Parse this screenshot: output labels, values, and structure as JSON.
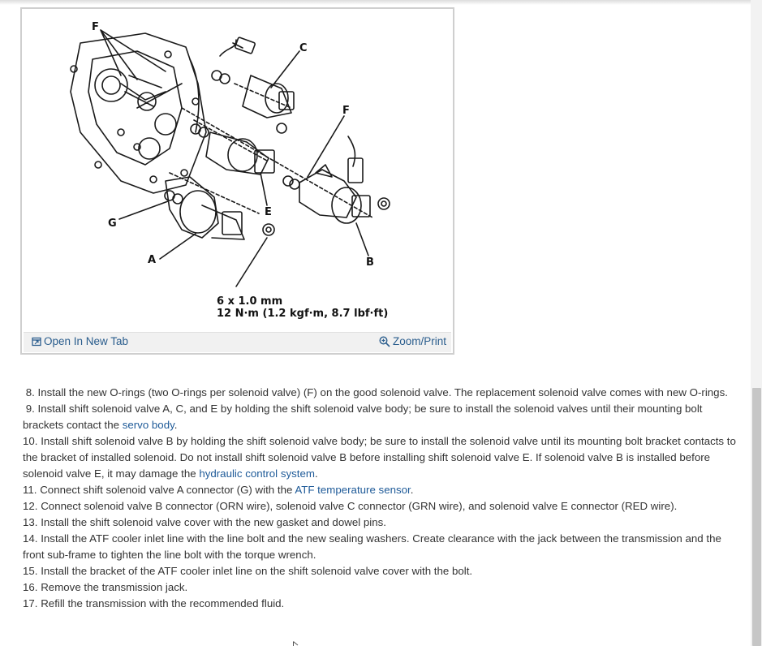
{
  "figure": {
    "labels": {
      "F": "F",
      "C": "C",
      "F2": "F",
      "E": "E",
      "G": "G",
      "A": "A",
      "B": "B"
    },
    "bolt_size": "6 x 1.0 mm",
    "torque": "12 N·m (1.2 kgf·m, 8.7 lbf·ft)",
    "open_label": "Open In New Tab",
    "zoom_label": "Zoom/Print"
  },
  "steps": [
    {
      "num": "8.",
      "text": "Install the new O-rings (two O-rings per solenoid valve) (F) on the good solenoid valve. The replacement solenoid valve comes with new O-rings."
    },
    {
      "num": "9.",
      "text": "Install shift solenoid valve A, C, and E by holding the shift solenoid valve body; be sure to install the solenoid valves until their mounting bolt brackets contact the",
      "link": "servo body",
      "after": "."
    },
    {
      "num": "10.",
      "text": "Install shift solenoid valve B by holding the shift solenoid valve body; be sure to install the solenoid valve until its mounting bolt bracket contacts to the bracket of installed solenoid. Do not install shift solenoid valve B before installing shift solenoid valve E. If solenoid valve B is installed before solenoid valve E, it may damage the",
      "link": "hydraulic control system",
      "after": "."
    },
    {
      "num": "11.",
      "text": "Connect shift solenoid valve A connector (G) with the",
      "link": "ATF temperature sensor",
      "after": "."
    },
    {
      "num": "12.",
      "text": "Connect solenoid valve B connector (ORN wire), solenoid valve C connector (GRN wire), and solenoid valve E connector (RED wire)."
    },
    {
      "num": "13.",
      "text": "Install the shift solenoid valve cover with the new gasket and dowel pins."
    },
    {
      "num": "14.",
      "text": "Install the ATF cooler inlet line with the line bolt and the new sealing washers. Create clearance with the jack between the transmission and the front sub-frame to tighten the line bolt with the torque wrench."
    },
    {
      "num": "15.",
      "text": "Install the bracket of the ATF cooler inlet line on the shift solenoid valve cover with the bolt."
    },
    {
      "num": "16.",
      "text": "Remove the transmission jack."
    },
    {
      "num": "17.",
      "text": "Refill the transmission with the recommended fluid."
    }
  ]
}
